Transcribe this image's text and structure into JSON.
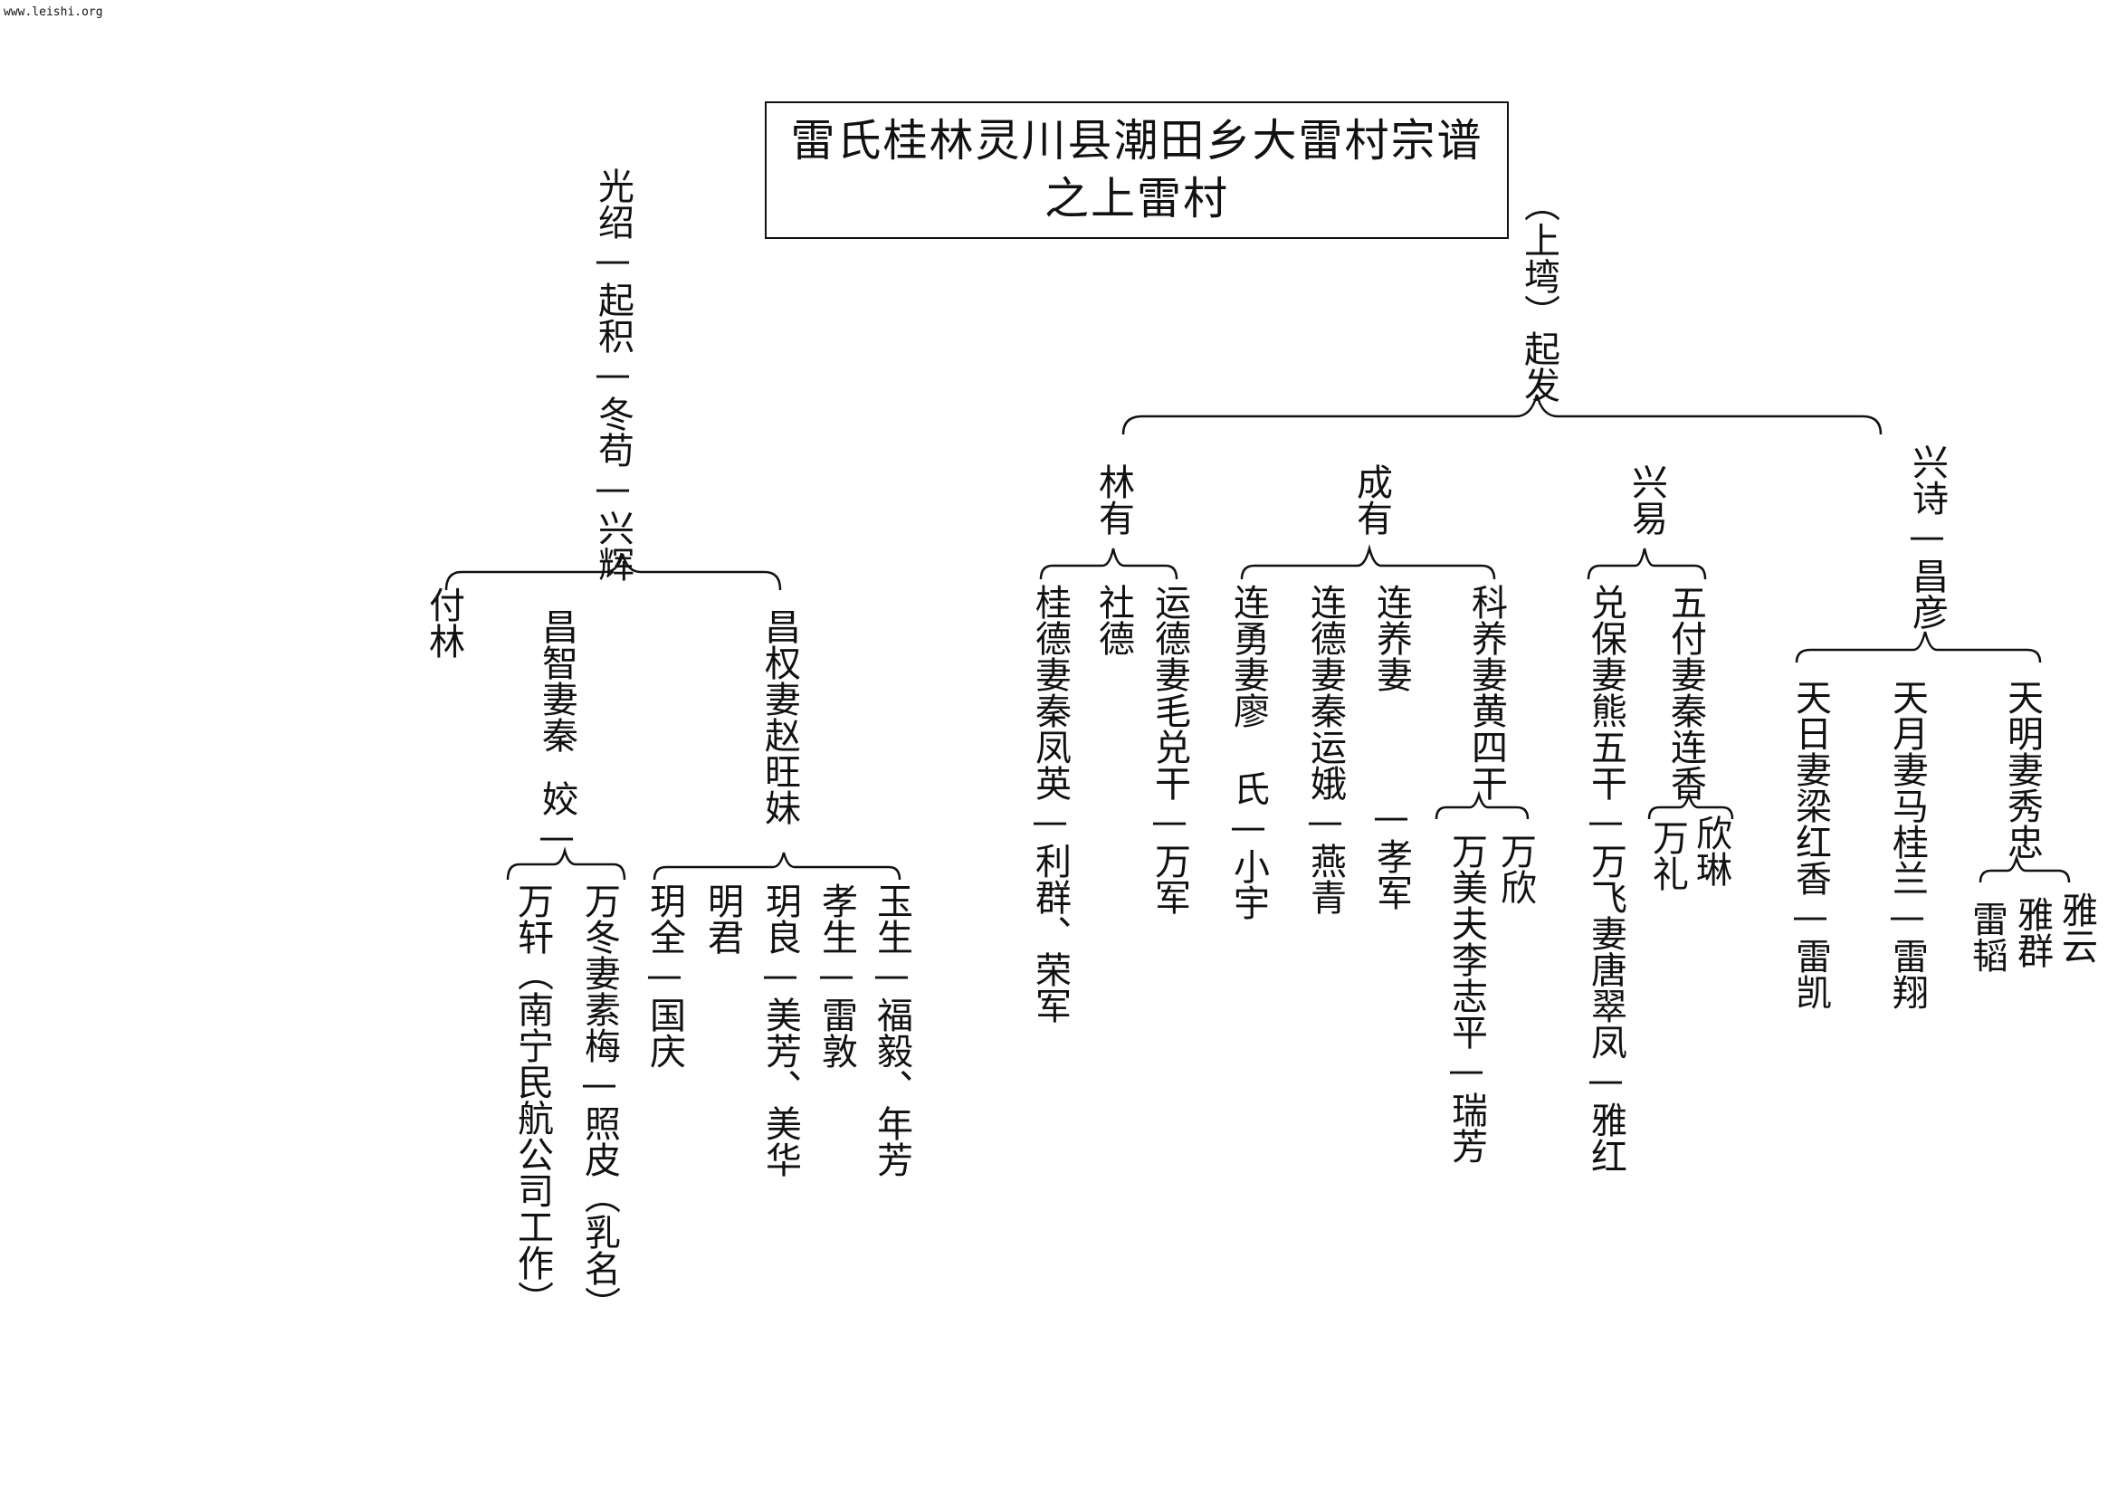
{
  "watermark": "www.leishi.org",
  "title": {
    "line1": "雷氏桂林灵川县潮田乡大雷村宗谱",
    "line2": "之上雷村"
  },
  "left_branch": {
    "lineage": "光绍—起积—冬苟—兴辉",
    "children": {
      "fulin": "付林",
      "changzhi": {
        "name": "昌智妻秦",
        "son": "姣—"
      },
      "changquan": "昌权妻赵旺妹"
    },
    "changzhi_children": {
      "wandong": "万冬妻素梅—照皮（乳名）",
      "wanxuan": "万轩（南宁民航公司工作）"
    },
    "changquan_children": {
      "yusheng": "玉生—福毅、年芳",
      "xiaosheng": "孝生—雷敦",
      "yueliang": "玥良—美芳、美华",
      "mingjun": "明君",
      "yuequan": "玥全—国庆"
    }
  },
  "right_branch": {
    "ancestor": "（上塆）起发",
    "children": {
      "linyou": "林有",
      "chengyou": "成有",
      "xingyi": "兴易",
      "xingshi": "兴诗—昌彦"
    },
    "linyou_children": {
      "yunde": "运德妻毛兑干—万军",
      "shede": "社德",
      "guide": "桂德妻秦凤英—利群、荣军"
    },
    "chengyou_children": {
      "keyang": "科养妻黄四干",
      "lianyang": "连养妻",
      "lianyang_son": "—孝军",
      "liande": "连德妻秦运娥—燕青",
      "lianyong": "连勇妻廖 氏—小宇"
    },
    "keyang_children": {
      "wanxin": "万欣",
      "wanmei": "万美夫李志平—瑞芳"
    },
    "xingyi_children": {
      "wufu": "五付妻秦连香",
      "duibao": "兑保妻熊五干—万飞妻唐翠凤—雅红"
    },
    "wufu_children": {
      "xinlin": "欣琳",
      "wanli": "万礼"
    },
    "changyan_children": {
      "tianming": "天明妻秀忠",
      "tianyue": "天月妻马桂兰—雷翔",
      "tianri": "天日妻梁红香—雷凯"
    },
    "tianming_children": {
      "yayun": "雅云",
      "yaqun": "雅群",
      "leitao": "雷韬"
    }
  }
}
